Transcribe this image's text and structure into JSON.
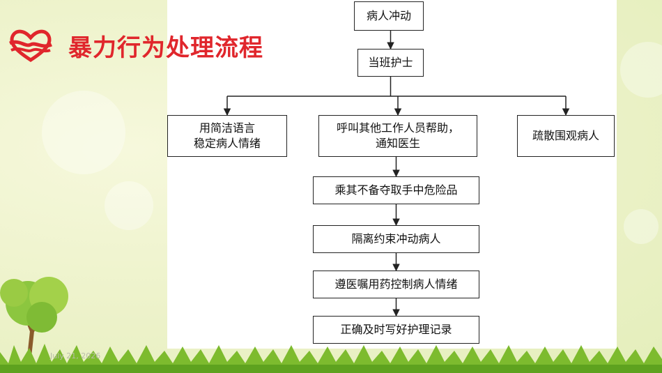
{
  "slide": {
    "title": "暴力行为处理流程",
    "date": "July 21, 2026",
    "accent_color": "#e0262c",
    "logo_icon": "heart-knot-icon"
  },
  "flowchart": {
    "nodes": [
      {
        "id": "n1",
        "label": "病人冲动"
      },
      {
        "id": "n2",
        "label": "当班护士"
      },
      {
        "id": "n3",
        "label": "用简洁语言\n稳定病人情绪"
      },
      {
        "id": "n4",
        "label": "呼叫其他工作人员帮助，\n通知医生"
      },
      {
        "id": "n5",
        "label": "疏散围观病人"
      },
      {
        "id": "n6",
        "label": "乘其不备夺取手中危险品"
      },
      {
        "id": "n7",
        "label": "隔离约束冲动病人"
      },
      {
        "id": "n8",
        "label": "遵医嘱用药控制病人情绪"
      },
      {
        "id": "n9",
        "label": "正确及时写好护理记录"
      }
    ],
    "edges": [
      [
        "n1",
        "n2"
      ],
      [
        "n2",
        "n3"
      ],
      [
        "n2",
        "n4"
      ],
      [
        "n2",
        "n5"
      ],
      [
        "n4",
        "n6"
      ],
      [
        "n6",
        "n7"
      ],
      [
        "n7",
        "n8"
      ],
      [
        "n8",
        "n9"
      ]
    ]
  }
}
